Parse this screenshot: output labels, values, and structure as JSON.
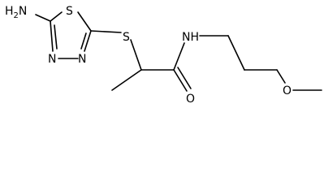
{
  "molecule": {
    "atoms": {
      "amine_n": "H2N",
      "ring_sulfur": "S",
      "ring_n_left": "N",
      "ring_n_right": "N",
      "thioether_s": "S",
      "amide_nh": "NH",
      "carbonyl_o": "O",
      "methoxy_o": "O"
    }
  },
  "colors": {
    "bond": "#000000",
    "label": "#000000",
    "background": "#ffffff"
  }
}
